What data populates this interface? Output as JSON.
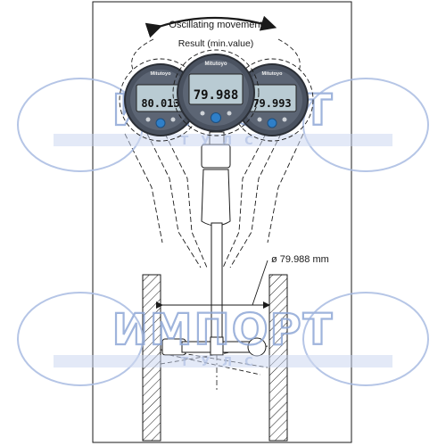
{
  "labels": {
    "oscillating": "Oscillating movement",
    "result": "Result (min.value)",
    "diameter": "ø 79.988 mm"
  },
  "gauges": [
    {
      "brand": "Mitutoyo",
      "reading": "80.013"
    },
    {
      "brand": "Mitutoyo",
      "reading": "79.988"
    },
    {
      "brand": "Mitutoyo",
      "reading": "79.993"
    }
  ],
  "watermark": {
    "line1": "ИМПОРТ",
    "line2": "ТУЛС"
  },
  "colors": {
    "line": "#1a1a1a",
    "watermark": "#8fa8d6",
    "gauge_body": "#4a5260",
    "lcd": "#b9cbd3",
    "button": "#2f7fc8"
  }
}
